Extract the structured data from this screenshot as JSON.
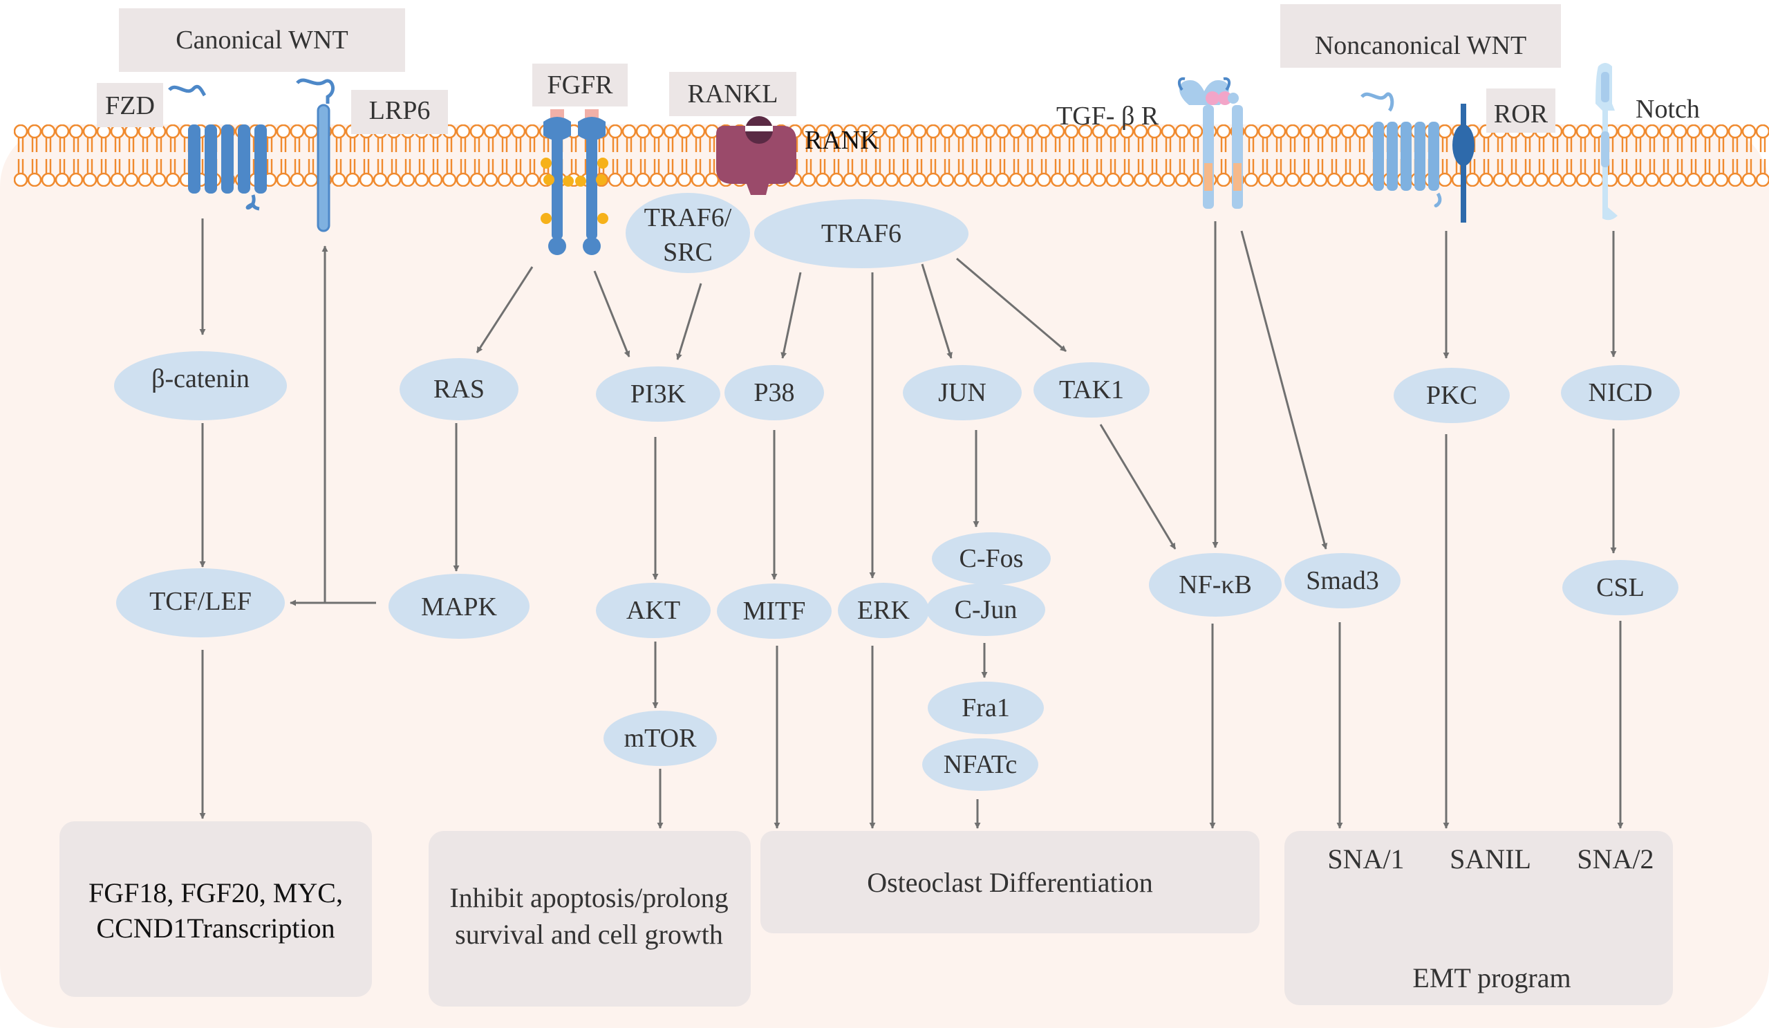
{
  "colors": {
    "membrane": "#f08a2e",
    "cytoplasm": "#fdf3ee",
    "node_fill": "#cfe0f0",
    "box_fill": "#ece6e6",
    "receptor_blue": "#4d88c8",
    "light_blue": "#a8ccec",
    "arrow": "#707070",
    "rank_purple": "#9a4a6a"
  },
  "labels": {
    "canonical_wnt": "Canonical  WNT",
    "noncanonical_wnt": "Noncanonical  WNT",
    "fzd": "FZD",
    "lrp6": "LRP6",
    "fgfr": "FGFR",
    "rankl": "RANKL",
    "rank": "RANK",
    "tgfbr": "TGF- β R",
    "ror": "ROR",
    "notch": "Notch"
  },
  "nodes": {
    "beta_catenin": "β-catenin",
    "tcf_lef": "TCF/LEF",
    "ras": "RAS",
    "mapk": "MAPK",
    "pi3k": "PI3K",
    "akt": "AKT",
    "mtor": "mTOR",
    "traf6_src_line1": "TRAF6/",
    "traf6_src_line2": "SRC",
    "traf6": "TRAF6",
    "p38": "P38",
    "mitf": "MITF",
    "erk": "ERK",
    "jun": "JUN",
    "c_fos": "C-Fos",
    "c_jun": "C-Jun",
    "fra1": "Fra1",
    "nfatc": "NFATc",
    "tak1": "TAK1",
    "nf_kb": "NF-κB",
    "smad3": "Smad3",
    "pkc": "PKC",
    "nicd": "NICD",
    "csl": "CSL"
  },
  "outcomes": {
    "fgf_line1": "FGF18, FGF20, MYC,",
    "fgf_line2": "CCND1Transcription",
    "survival_line1": "Inhibit apoptosis/prolong",
    "survival_line2": "survival and cell growth",
    "osteoclast": "Osteoclast Differentiation",
    "sna1": "SNA/1",
    "sanil": "SANIL",
    "sna2": "SNA/2",
    "emt": "EMT program"
  }
}
